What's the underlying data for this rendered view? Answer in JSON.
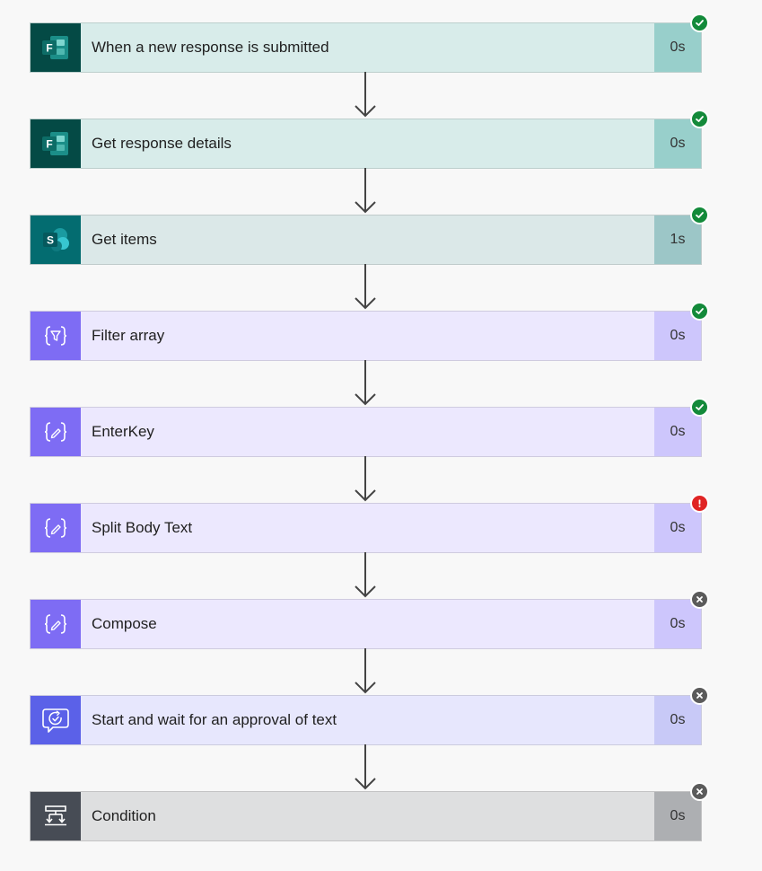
{
  "flow": {
    "steps": [
      {
        "title": "When a new response is submitted",
        "duration": "0s",
        "status": "success",
        "icon": "forms-icon"
      },
      {
        "title": "Get response details",
        "duration": "0s",
        "status": "success",
        "icon": "forms-icon"
      },
      {
        "title": "Get items",
        "duration": "1s",
        "status": "success",
        "icon": "sharepoint-icon"
      },
      {
        "title": "Filter array",
        "duration": "0s",
        "status": "success",
        "icon": "filter-array-icon"
      },
      {
        "title": "EnterKey",
        "duration": "0s",
        "status": "success",
        "icon": "variable-icon"
      },
      {
        "title": "Split Body Text",
        "duration": "0s",
        "status": "failed",
        "icon": "variable-icon"
      },
      {
        "title": "Compose",
        "duration": "0s",
        "status": "cancelled",
        "icon": "variable-icon"
      },
      {
        "title": "Start and wait for an approval of text",
        "duration": "0s",
        "status": "cancelled",
        "icon": "approval-icon"
      },
      {
        "title": "Condition",
        "duration": "0s",
        "status": "cancelled",
        "icon": "condition-icon"
      }
    ]
  },
  "colors": {
    "success": "#138a3a",
    "failed": "#e02424",
    "cancelled": "#5b5b5b",
    "forms_icon_bg": "#044a45",
    "sharepoint_icon_bg": "#036c70",
    "data_op_icon_bg": "#7e6cf4",
    "approval_icon_bg": "#5b61e8",
    "condition_icon_bg": "#474c55"
  }
}
